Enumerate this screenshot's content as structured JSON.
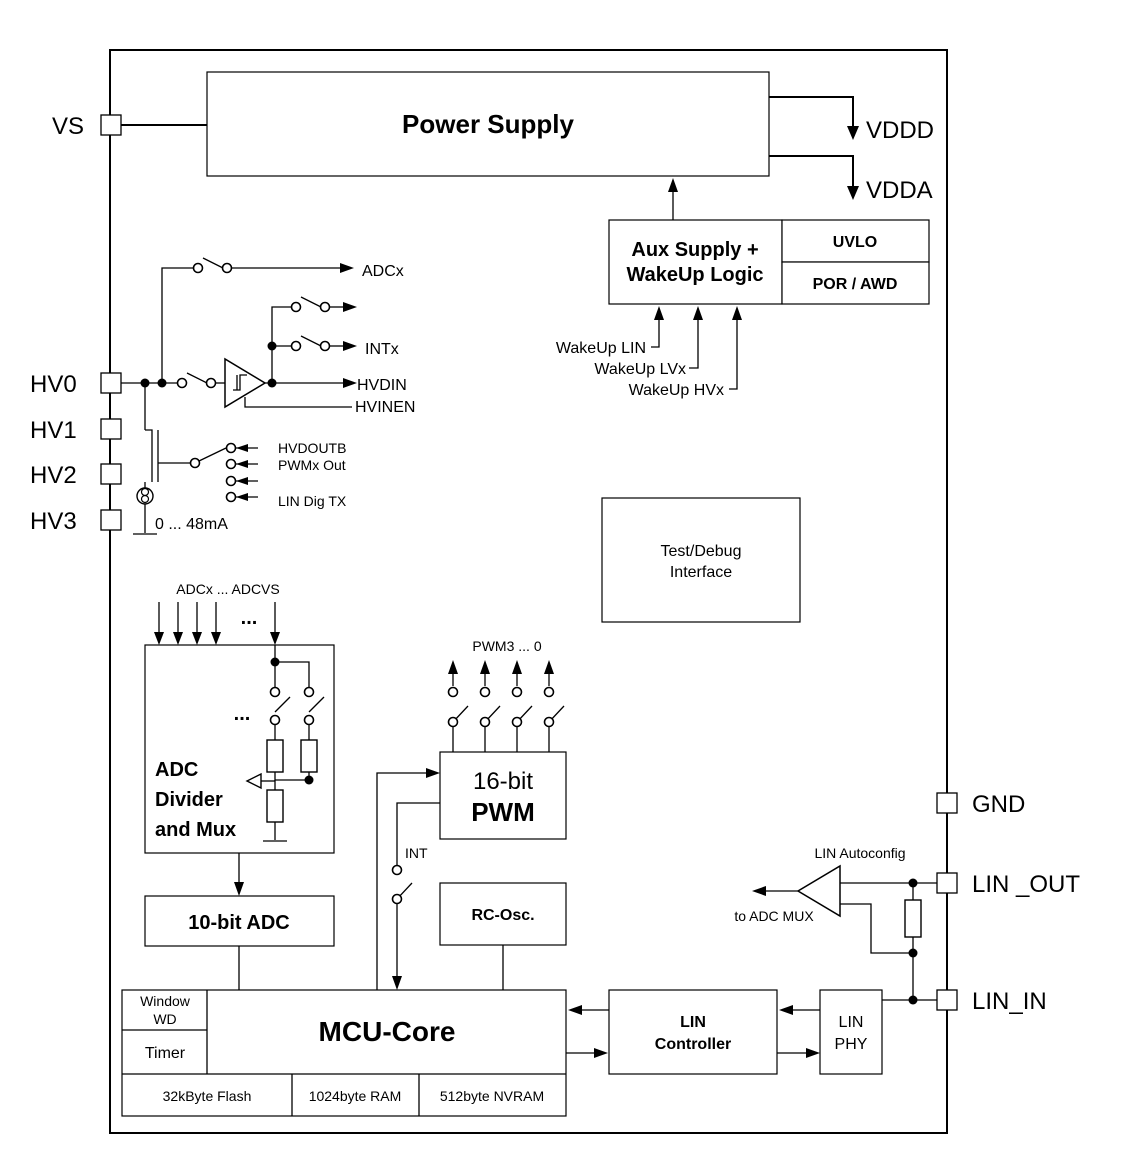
{
  "pins": {
    "vs": "VS",
    "hv0": "HV0",
    "hv1": "HV1",
    "hv2": "HV2",
    "hv3": "HV3",
    "gnd": "GND",
    "lin_out": "LIN _OUT",
    "lin_in": "LIN_IN"
  },
  "outputs": {
    "vddd": "VDDD",
    "vdda": "VDDA"
  },
  "blocks": {
    "power_supply": "Power Supply",
    "aux_supply_line1": "Aux Supply +",
    "aux_supply_line2": "WakeUp Logic",
    "uvlo": "UVLO",
    "por_awd": "POR / AWD",
    "test_debug_line1": "Test/Debug",
    "test_debug_line2": "Interface",
    "adc_mux_line1": "ADC",
    "adc_mux_line2": "Divider",
    "adc_mux_line3": "and Mux",
    "adc10": "10-bit ADC",
    "pwm_line1": "16-bit",
    "pwm_line2": "PWM",
    "rc_osc": "RC-Osc.",
    "mcu_core": "MCU-Core",
    "window_wd_line1": "Window",
    "window_wd_line2": "WD",
    "timer": "Timer",
    "flash": "32kByte Flash",
    "ram": "1024byte RAM",
    "nvram": "512byte NVRAM",
    "lin_ctrl_line1": "LIN",
    "lin_ctrl_line2": "Controller",
    "lin_phy_line1": "LIN",
    "lin_phy_line2": "PHY"
  },
  "signals": {
    "adcx": "ADCx",
    "intx": "INTx",
    "hvdin": "HVDIN",
    "hvinen": "HVINEN",
    "hvdoutb": "HVDOUTB",
    "pwmx_out": "PWMx Out",
    "lin_dig_tx": "LIN Dig TX",
    "current_range": "0 ... 48mA",
    "wakeup_lin": "WakeUp LIN",
    "wakeup_lvx": "WakeUp LVx",
    "wakeup_hvx": "WakeUp HVx",
    "adc_inputs": "ADCx ... ADCVS",
    "ellipsis": "...",
    "pwm_outputs": "PWM3 ... 0",
    "int": "INT",
    "lin_autoconfig": "LIN Autoconfig",
    "to_adc_mux": "to ADC MUX"
  }
}
